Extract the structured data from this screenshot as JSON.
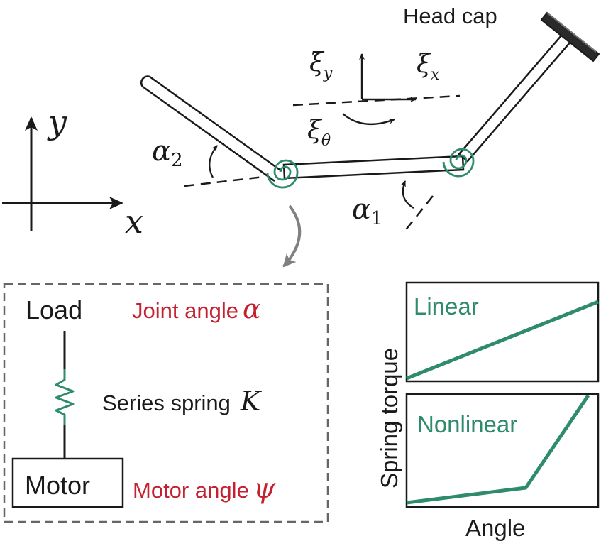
{
  "colors": {
    "spring_green": "#2e8b6e",
    "label_red": "#c4202f",
    "ink": "#1a1a1a",
    "dash_gray": "#666666",
    "arrow_gray": "#808080"
  },
  "robot": {
    "head_cap_label": "Head cap",
    "xi_y": "ξ",
    "xi_y_sub": "y",
    "xi_x": "ξ",
    "xi_x_sub": "x",
    "xi_theta": "ξ",
    "xi_theta_sub": "θ",
    "alpha2": "α",
    "alpha2_sub": "2",
    "alpha1": "α",
    "alpha1_sub": "1"
  },
  "axes": {
    "y_label": "y",
    "x_label": "x"
  },
  "sea_box": {
    "load_label": "Load",
    "joint_angle_label": "Joint angle",
    "joint_angle_symbol": "α",
    "spring_label": "Series spring",
    "spring_symbol": "K",
    "motor_label": "Motor",
    "motor_angle_label": "Motor angle",
    "motor_angle_symbol": "ψ"
  },
  "plots": {
    "y_axis_label": "Spring torque",
    "x_axis_label": "Angle",
    "top_label": "Linear",
    "bottom_label": "Nonlinear"
  }
}
